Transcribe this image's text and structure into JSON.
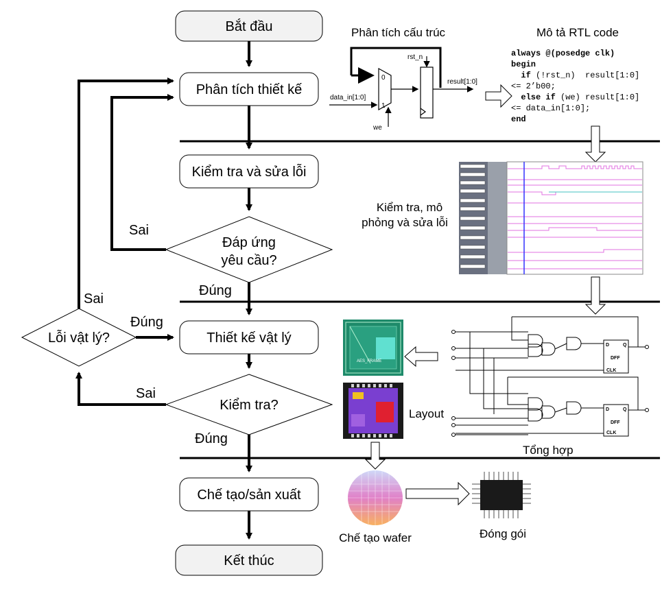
{
  "flow": {
    "start": "Bắt đầu",
    "analyze": "Phân tích thiết kế",
    "verify": "Kiểm tra và sửa lỗi",
    "meet_line1": "Đáp ứng",
    "meet_line2": "yêu cầu?",
    "physical": "Thiết kế vật lý",
    "check": "Kiểm tra?",
    "phys_error": "Lỗi vật lý?",
    "fab": "Chế tạo/sản xuất",
    "end": "Kết thúc",
    "no1": "Sai",
    "no2": "Sai",
    "no3": "Sai",
    "yes1": "Đúng",
    "yes2": "Đúng",
    "yes3": "Đúng"
  },
  "side": {
    "struct_title": "Phân tích cấu trúc",
    "rtl_title": "Mô tả RTL code",
    "sim_line1": "Kiểm tra, mô",
    "sim_line2": "phỏng và sửa lỗi",
    "layout": "Layout",
    "synthesis": "Tổng hợp",
    "wafer": "Chế tạo wafer",
    "package": "Đóng gói"
  },
  "schematic": {
    "rst": "rst_n",
    "result": "result[1:0]",
    "data_in": "data_in[1:0]",
    "we": "we",
    "mux0": "0",
    "mux1": "1",
    "dff": "DFF",
    "clk": "CLK",
    "d": "D",
    "q": "Q",
    "chip_label": "AES_FRAME"
  },
  "rtl": {
    "l1_kw": "always",
    "l1_rest": " @(posedge clk)",
    "l2": "begin",
    "l3_kw": "  if",
    "l3_rest": " (!rst_n)  result[1:0]",
    "l4": "<= 2’b00;",
    "l5_kw": "  else if",
    "l5_rest": " (we) result[1:0]",
    "l6": "<= data_in[1:0];",
    "l7": "end"
  },
  "colors": {
    "box_fill": "#f2f2f2",
    "wave_bg": "#000000",
    "wave_magenta": "#ff40ff",
    "chip_green": "#1e8a6a",
    "layout_purple": "#7a3fd0",
    "layout_red": "#e02030"
  }
}
